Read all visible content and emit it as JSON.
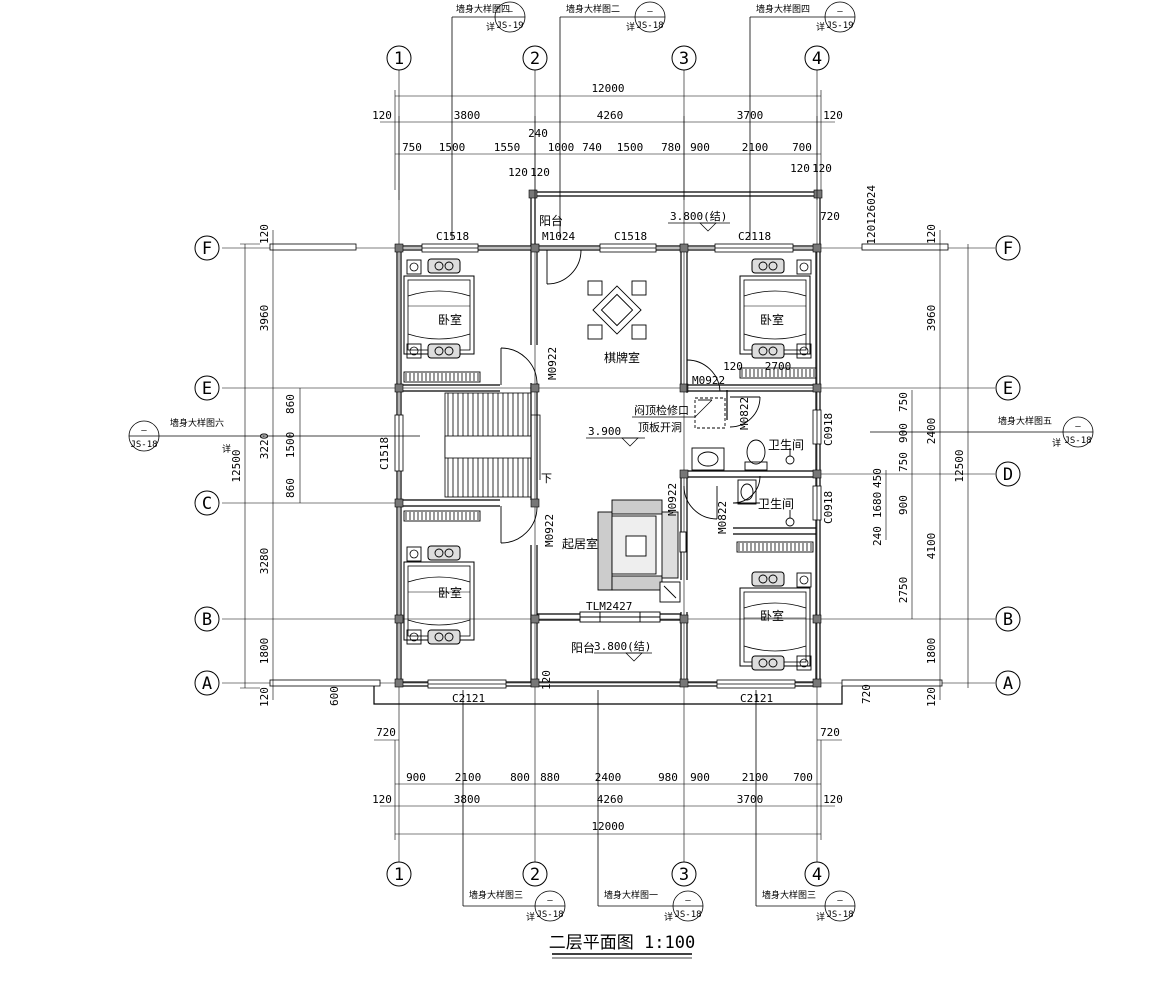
{
  "title": "二层平面图 1:100",
  "axes": {
    "cols": [
      "1",
      "2",
      "3",
      "4"
    ],
    "rows": [
      "A",
      "B",
      "C",
      "D",
      "E",
      "F"
    ]
  },
  "rooms": {
    "bedroom": "卧室",
    "card_room": "棋牌室",
    "living_room": "起居室",
    "bathroom": "卫生间",
    "balcony": "阳台"
  },
  "elevations": {
    "top_balcony": "3.800(结)",
    "center": "3.900",
    "bottom_balcony": "3.800(结)"
  },
  "notes": {
    "access_hatch": "闷顶检修口",
    "hatch_sub": "顶板开洞",
    "down": "下",
    "detail_word": "详"
  },
  "detail_refs": {
    "top_1": "墙身大样图四",
    "top_2": "墙身大样图二",
    "top_3": "墙身大样图四",
    "left": "墙身大样图六",
    "right": "墙身大样图五",
    "bottom_1": "墙身大样图三",
    "bottom_2": "墙身大样图一",
    "bottom_3": "墙身大样图三",
    "sheet_19": "JS-19",
    "sheet_18": "JS-18",
    "dash": "—"
  },
  "openings": {
    "C1518_top": "C1518",
    "M1024": "M1024",
    "C1518_mid": "C1518",
    "C2118": "C2118",
    "M0922_upper": "M0922",
    "M0922_r": "M0922",
    "M0822_a": "M0822",
    "C0918_a": "C0918",
    "C1518_left": "C1518",
    "M0922_lower": "M0922",
    "M0922_living": "M0922",
    "M0822_b": "M0822",
    "C0918_b": "C0918",
    "TLM2427": "TLM2427",
    "C2121_left": "C2121",
    "C2121_right": "C2121"
  },
  "dims": {
    "top_total": "12000",
    "top_seg": [
      "120",
      "3800",
      "4260",
      "3700",
      "120"
    ],
    "top_240": "240",
    "top_win": [
      "750",
      "1500",
      "1550",
      "1000",
      "740",
      "1500",
      "780",
      "900",
      "2100",
      "700"
    ],
    "top_small": [
      "120",
      "120",
      "120",
      "120"
    ],
    "top_720": "720",
    "top_stack": "120126024",
    "top_2700": "2700",
    "top_120b": "120",
    "bot_720a": "720",
    "bot_720b": "720",
    "bot_win": [
      "900",
      "2100",
      "800",
      "880",
      "2400",
      "980",
      "900",
      "2100",
      "700"
    ],
    "bot_seg": [
      "120",
      "3800",
      "4260",
      "3700",
      "120"
    ],
    "bot_total": "12000",
    "bot_120": "120",
    "left_total": "12500",
    "left_seg": [
      "120",
      "3960",
      "3220",
      "3280",
      "1800",
      "120"
    ],
    "left_inner": [
      "860",
      "1500",
      "860"
    ],
    "left_600": "600",
    "right_total": "12500",
    "right_seg": [
      "120",
      "3960",
      "2400",
      "4100",
      "1800",
      "120"
    ],
    "right_inner": [
      "750",
      "900",
      "750",
      "450",
      "900",
      "240"
    ],
    "right_1680": "1680",
    "right_2750": "2750",
    "right_720": "720"
  }
}
